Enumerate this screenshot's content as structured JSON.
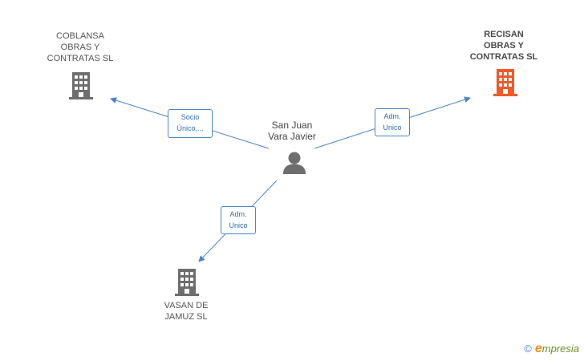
{
  "nodes": {
    "coblansa": {
      "lines": [
        "COBLANSA",
        "OBRAS Y",
        "CONTRATAS SL"
      ]
    },
    "recisan": {
      "lines": [
        "RECISAN",
        "OBRAS Y",
        "CONTRATAS SL"
      ]
    },
    "vasan": {
      "lines": [
        "VASAN DE",
        "JAMUZ SL"
      ]
    },
    "person": {
      "lines": [
        "San Juan",
        "Vara Javier"
      ]
    }
  },
  "edges": {
    "to_coblansa": {
      "lines": [
        "Socio",
        "Único,..."
      ]
    },
    "to_recisan": {
      "lines": [
        "Adm.",
        "Unico"
      ]
    },
    "to_vasan": {
      "lines": [
        "Adm.",
        "Unico"
      ]
    }
  },
  "colors": {
    "company_icon": "#6e6e6e",
    "highlight_icon": "#f05a28",
    "person_icon": "#6e6e6e",
    "edge": "#4a86c8"
  },
  "brand": {
    "copyright": "©",
    "initial": "e",
    "name": "mpresia"
  }
}
